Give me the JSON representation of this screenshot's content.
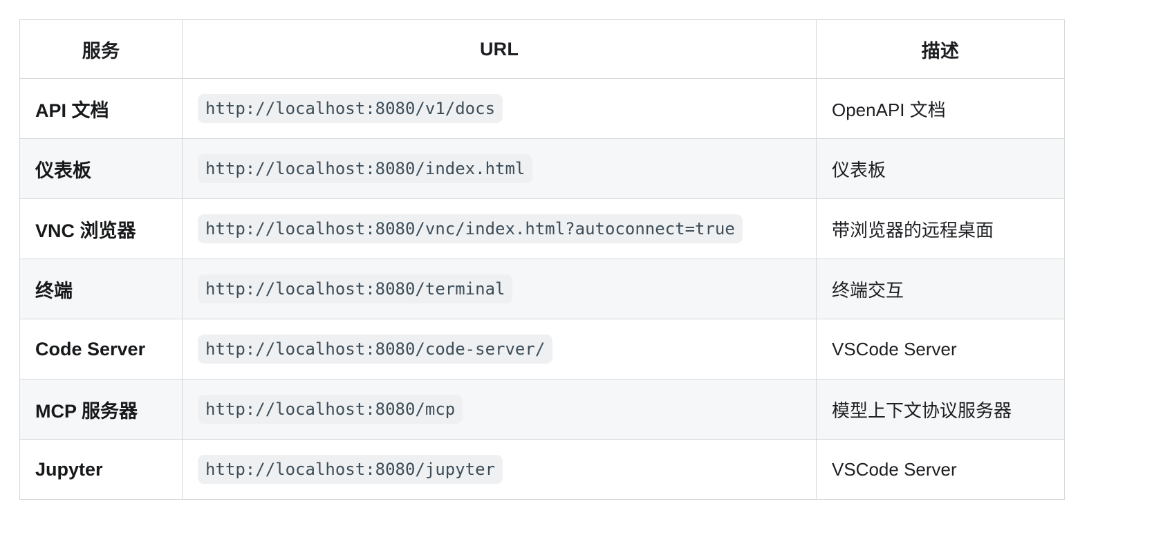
{
  "table": {
    "headers": {
      "service": "服务",
      "url": "URL",
      "description": "描述"
    },
    "rows": [
      {
        "service": "API 文档",
        "url": "http://localhost:8080/v1/docs",
        "description": "OpenAPI 文档"
      },
      {
        "service": "仪表板",
        "url": "http://localhost:8080/index.html",
        "description": "仪表板"
      },
      {
        "service": "VNC 浏览器",
        "url": "http://localhost:8080/vnc/index.html?autoconnect=true",
        "description": "带浏览器的远程桌面"
      },
      {
        "service": "终端",
        "url": "http://localhost:8080/terminal",
        "description": "终端交互"
      },
      {
        "service": "Code Server",
        "url": "http://localhost:8080/code-server/",
        "description": "VSCode Server"
      },
      {
        "service": "MCP 服务器",
        "url": "http://localhost:8080/mcp",
        "description": "模型上下文协议服务器"
      },
      {
        "service": "Jupyter",
        "url": "http://localhost:8080/jupyter",
        "description": "VSCode Server"
      }
    ]
  },
  "colors": {
    "border": "#d5d7d9",
    "row_stripe": "#f6f7f8",
    "url_text": "#3c4d58",
    "url_chip_bg": "#eff0f2",
    "text": "#1c1e21"
  }
}
